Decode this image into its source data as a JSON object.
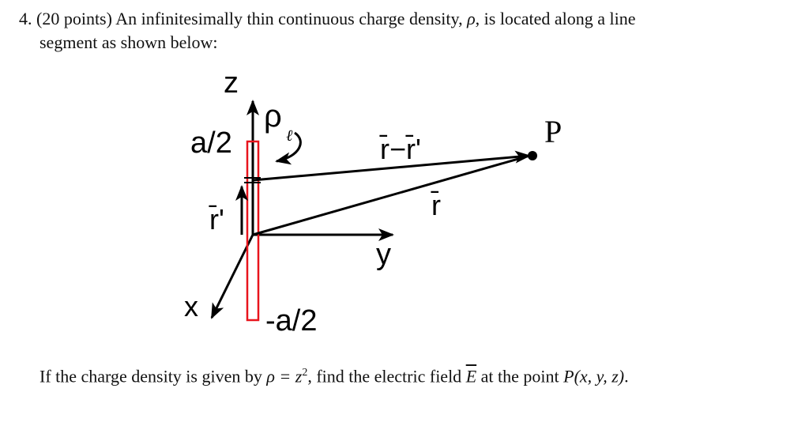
{
  "problem": {
    "number": "4.",
    "points": "(20 points)",
    "intro_a": "An infinitesimally thin continuous charge density, ",
    "rho": "ρ",
    "intro_b": ", is located along a line",
    "intro_line2": "segment as shown below:",
    "question_a": "If the charge density is given by ",
    "rho_eq": "ρ = z",
    "exponent": "2",
    "question_b": ", find the electric field ",
    "field_symbol": "E",
    "question_c": " at the point ",
    "point_expr": "P(x, y, z)",
    "question_end": "."
  },
  "diagram": {
    "z_label": "z",
    "y_label": "y",
    "x_label": "x",
    "top_limit": "a/2",
    "bottom_limit": "-a/2",
    "rho_symbol": "ρ",
    "rho_subscript": "ℓ",
    "r_prime_label": "r̄'",
    "r_minus_r_prime_label": "r̄−r̄'",
    "r_label": "r̄",
    "point_label": "P",
    "colors": {
      "line_segment": "#e8141c",
      "axes": "#000000"
    }
  }
}
